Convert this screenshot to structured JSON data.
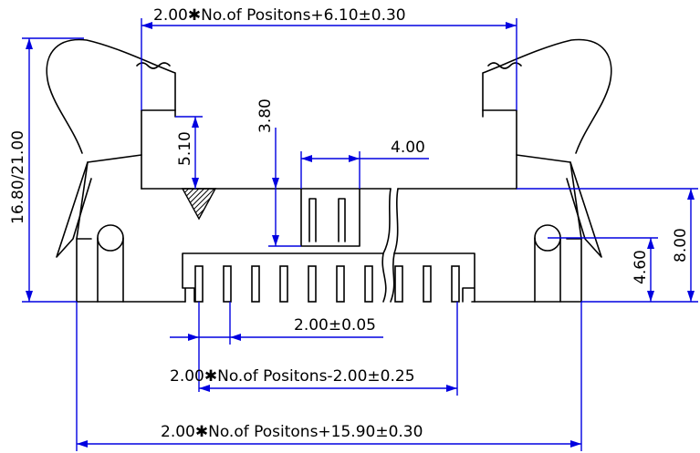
{
  "diagram": {
    "labels": {
      "top_width": "2.00✱No.of  Positons+6.10±0.30",
      "pin_pitch": "2.00±0.05",
      "inner_span": "2.00✱No.of  Positons-2.00±0.25",
      "overall_width": "2.00✱No.of  Positons+15.90±0.30",
      "overall_height": "16.80/21.00",
      "ejector_offset": "5.10",
      "pin_height": "3.80",
      "pin_spacing": "4.00",
      "body_height": "8.00",
      "post_height": "4.60"
    },
    "colors": {
      "outline": "#000000",
      "dimension": "#0000e0",
      "background": "#ffffff"
    }
  }
}
